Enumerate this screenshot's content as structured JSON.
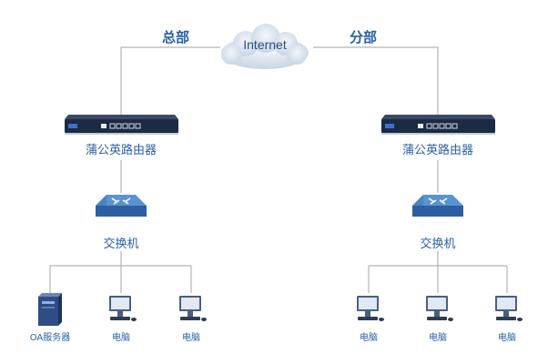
{
  "sites": {
    "hq": "总部",
    "branch": "分部"
  },
  "cloud": {
    "label": "Internet"
  },
  "routers": {
    "hq_label": "蒲公英路由器",
    "branch_label": "蒲公英路由器"
  },
  "switches": {
    "hq_label": "交换机",
    "branch_label": "交换机"
  },
  "hq_devices": [
    {
      "type": "server",
      "label": "OA服务器"
    },
    {
      "type": "pc",
      "label": "电脑"
    },
    {
      "type": "pc",
      "label": "电脑"
    }
  ],
  "branch_devices": [
    {
      "type": "pc",
      "label": "电脑"
    },
    {
      "type": "pc",
      "label": "电脑"
    },
    {
      "type": "pc",
      "label": "电脑"
    }
  ],
  "colors": {
    "line": "#b5b5b5",
    "label": "#2a5fa8",
    "router_body": "#1d2a44",
    "switch_top": "#4d86c6",
    "monitor": "#4a5f80",
    "cloud": "#dfe7f0"
  }
}
